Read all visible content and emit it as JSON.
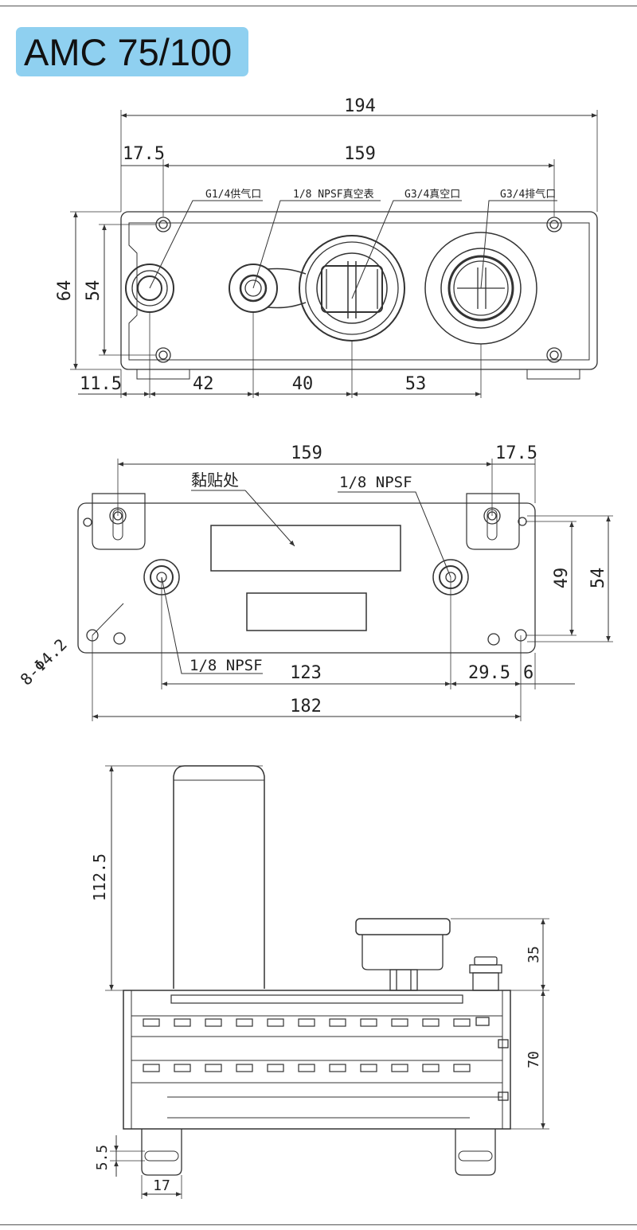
{
  "title": "AMC 75/100",
  "colors": {
    "title_bg": "#8fd0f0",
    "line": "#333333"
  },
  "front_view": {
    "dims": {
      "overall_width": "194",
      "port_span": "159",
      "edge_offset": "17.5",
      "height_outer": "64",
      "height_inner": "54",
      "left_offset": "11.5",
      "d1": "42",
      "d2": "40",
      "d3": "53"
    },
    "labels": {
      "supply_port": "G1/4供气口",
      "gauge_port": "1/8 NPSF真空表",
      "vacuum_port": "G3/4真空口",
      "exhaust_port": "G3/4排气口"
    }
  },
  "bottom_view": {
    "dims": {
      "mount_span": "159",
      "edge_offset": "17.5",
      "hole_pitch_v": "49",
      "height": "54",
      "hole_pitch_h": "123",
      "offset_r": "29.5",
      "edge_r": "6",
      "overall": "182",
      "holes": "8-Φ4.2"
    },
    "labels": {
      "sticker_area": "黏贴处",
      "port_top": "1/8 NPSF",
      "port_bottom": "1/8 NPSF"
    }
  },
  "side_view": {
    "dims": {
      "silencer_height": "112.5",
      "gauge_height": "35",
      "body_height": "70",
      "foot_height": "5.5",
      "foot_width": "17"
    }
  }
}
